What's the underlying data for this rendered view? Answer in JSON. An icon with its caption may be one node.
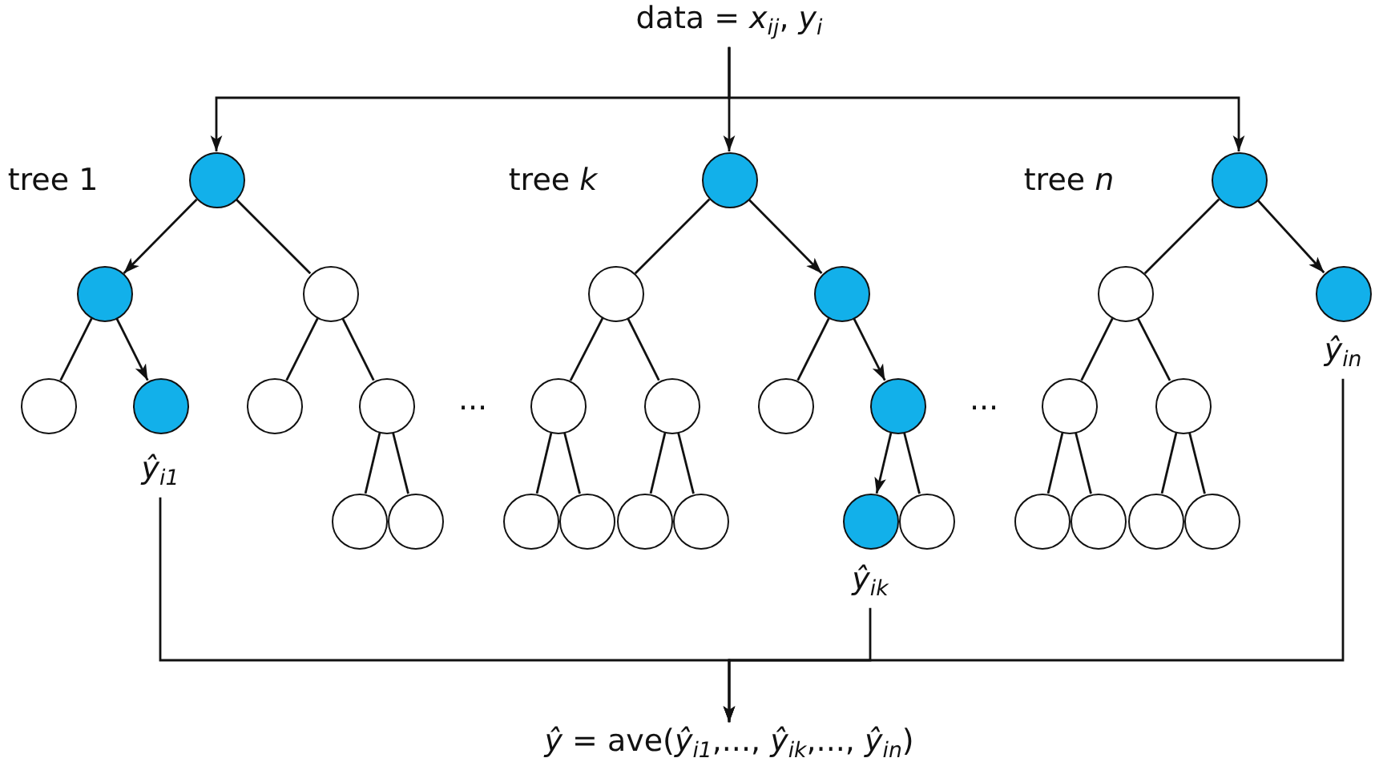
{
  "diagram": {
    "nodes": [
      {
        "text": [
          "data = *x*$_{ij}$, *y*$_{i}$"
        ]
      },
      {
        "text": [],
        "shape": "circle"
      },
      {
        "text": [],
        "shape": "circle"
      },
      {
        "text": [],
        "shape": "circle"
      },
      {
        "text": [],
        "shape": "circle"
      },
      {
        "text": [],
        "shape": "circle"
      },
      {
        "text": [],
        "shape": "circle"
      },
      {
        "text": [],
        "shape": "circle"
      },
      {
        "text": [],
        "shape": "circle"
      },
      {
        "text": [],
        "shape": "circle"
      },
      {
        "text": [
          "*ŷ*$_{i1}$"
        ]
      },
      {
        "text": [],
        "shape": "circle"
      },
      {
        "text": [],
        "shape": "circle"
      },
      {
        "text": [],
        "shape": "circle"
      },
      {
        "text": [],
        "shape": "circle"
      },
      {
        "text": [],
        "shape": "circle"
      },
      {
        "text": [],
        "shape": "circle"
      },
      {
        "text": [],
        "shape": "circle"
      },
      {
        "text": [],
        "shape": "circle"
      },
      {
        "text": [],
        "shape": "circle"
      },
      {
        "text": [],
        "shape": "circle"
      },
      {
        "text": [],
        "shape": "circle"
      },
      {
        "text": [],
        "shape": "circle"
      },
      {
        "text": [],
        "shape": "circle"
      },
      {
        "text": [
          "*ŷ*$_{ik}$"
        ]
      },
      {
        "text": [],
        "shape": "circle"
      },
      {
        "text": [],
        "shape": "circle"
      },
      {
        "text": [],
        "shape": "circle"
      },
      {
        "text": [],
        "shape": "circle"
      },
      {
        "text": [],
        "shape": "circle"
      },
      {
        "text": [],
        "shape": "circle"
      },
      {
        "text": [],
        "shape": "circle"
      },
      {
        "text": [],
        "shape": "circle"
      },
      {
        "text": [],
        "shape": "circle"
      },
      {
        "text": [
          "*ŷ*$_{in}$"
        ]
      },
      {
        "text": [
          "*ŷ* = ave(*ŷ*$_{i1}$,..., *ŷ*$_{ik}$,..., *ŷ*$_{in}$)"
        ]
      }
    ],
    "edges": [
      {
        "from": 0,
        "to": 1,
        "arrow": "to"
      },
      {
        "from": 0,
        "to": 11,
        "arrow": "to"
      },
      {
        "from": 0,
        "to": 25,
        "arrow": "to"
      },
      {
        "from": 1,
        "to": 2,
        "arrow": "to"
      },
      {
        "from": 1,
        "to": 3,
        "arrow": "none"
      },
      {
        "from": 2,
        "to": 4,
        "arrow": "none"
      },
      {
        "from": 2,
        "to": 5,
        "arrow": "to"
      },
      {
        "from": 3,
        "to": 6,
        "arrow": "none"
      },
      {
        "from": 3,
        "to": 7,
        "arrow": "none"
      },
      {
        "from": 7,
        "to": 8,
        "arrow": "none"
      },
      {
        "from": 7,
        "to": 9,
        "arrow": "none"
      },
      {
        "from": 11,
        "to": 12,
        "arrow": "none"
      },
      {
        "from": 11,
        "to": 13,
        "arrow": "to"
      },
      {
        "from": 12,
        "to": 14,
        "arrow": "none"
      },
      {
        "from": 12,
        "to": 15,
        "arrow": "none"
      },
      {
        "from": 14,
        "to": 18,
        "arrow": "none"
      },
      {
        "from": 14,
        "to": 19,
        "arrow": "none"
      },
      {
        "from": 15,
        "to": 20,
        "arrow": "none"
      },
      {
        "from": 15,
        "to": 21,
        "arrow": "none"
      },
      {
        "from": 13,
        "to": 16,
        "arrow": "none"
      },
      {
        "from": 13,
        "to": 17,
        "arrow": "to"
      },
      {
        "from": 17,
        "to": 22,
        "arrow": "to"
      },
      {
        "from": 17,
        "to": 23,
        "arrow": "none"
      },
      {
        "from": 25,
        "to": 26,
        "arrow": "none"
      },
      {
        "from": 25,
        "to": 27,
        "arrow": "to"
      },
      {
        "from": 26,
        "to": 28,
        "arrow": "none"
      },
      {
        "from": 26,
        "to": 29,
        "arrow": "none"
      },
      {
        "from": 28,
        "to": 30,
        "arrow": "none"
      },
      {
        "from": 28,
        "to": 31,
        "arrow": "none"
      },
      {
        "from": 29,
        "to": 32,
        "arrow": "none"
      },
      {
        "from": 29,
        "to": 33,
        "arrow": "none"
      },
      {
        "from": 10,
        "to": 35,
        "arrow": "to"
      },
      {
        "from": 24,
        "to": 35,
        "arrow": "to"
      },
      {
        "from": 34,
        "to": 35,
        "arrow": "to"
      }
    ],
    "labels": [
      "tree 1",
      "tree *k*",
      "tree *n*",
      "...",
      "..."
    ]
  }
}
